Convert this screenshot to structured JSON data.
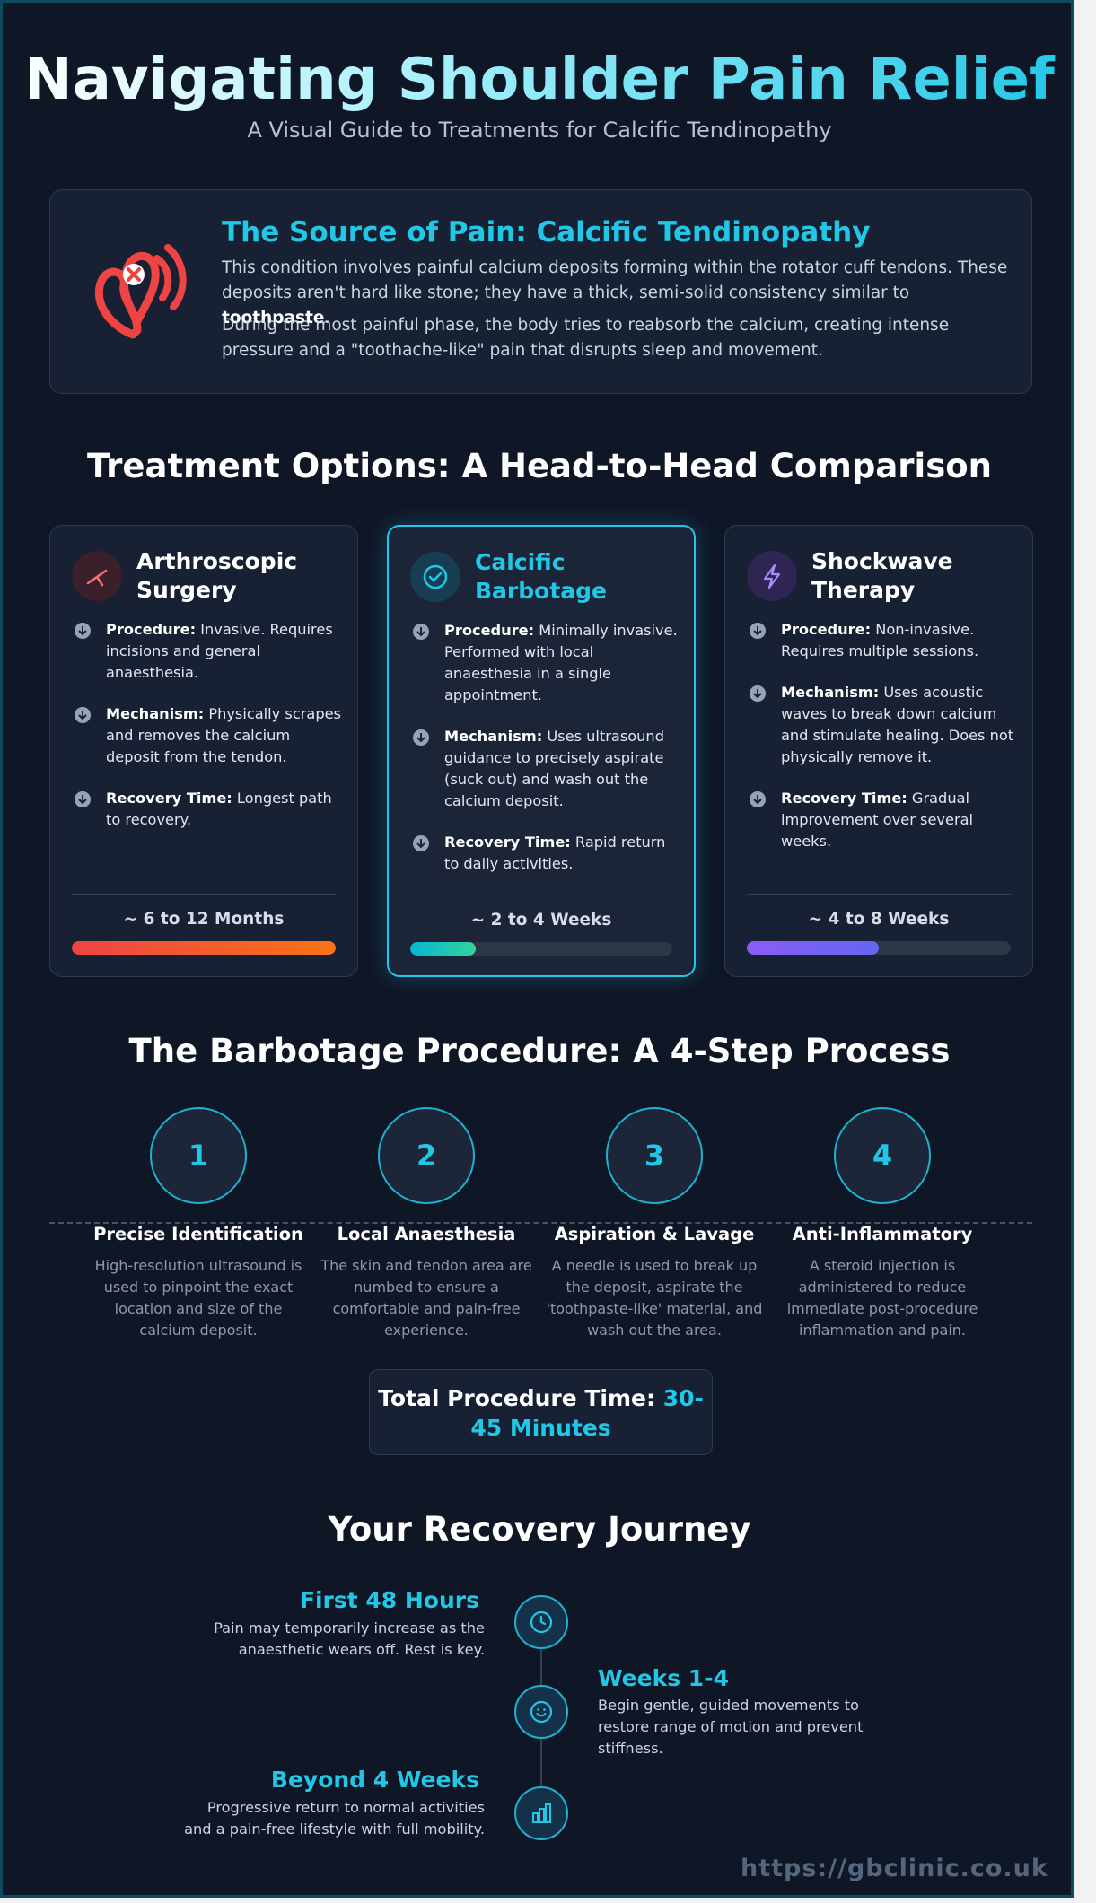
{
  "header": {
    "title": "Navigating Shoulder Pain Relief",
    "subtitle": "A Visual Guide to Treatments for Calcific Tendinopathy"
  },
  "source": {
    "icon": "pain-point-icon",
    "title": "The Source of Pain: Calcific Tendinopathy",
    "p1_text": "This condition involves painful calcium deposits forming within the rotator cuff tendons. These deposits aren't hard like stone; they have a thick, semi-solid consistency similar to ",
    "p1_bold": "toothpaste",
    "p1_end": ".",
    "p2": "During the most painful phase, the body tries to reabsorb the calcium, creating intense pressure and a \"toothache-like\" pain that disrupts sleep and movement."
  },
  "comparison": {
    "title": "Treatment Options: A Head-to-Head Comparison",
    "cards": [
      {
        "icon": "scalpel-icon",
        "accent": "#f87171",
        "title": "Arthroscopic Surgery",
        "items": [
          {
            "label": "Procedure:",
            "text": " Invasive. Requires incisions and general anaesthesia."
          },
          {
            "label": "Mechanism:",
            "text": " Physically scrapes and removes the calcium deposit from the tendon."
          },
          {
            "label": "Recovery Time:",
            "text": " Longest path to recovery."
          }
        ],
        "duration": "~ 6 to 12 Months",
        "progress": 1.0,
        "bar_colors": [
          "#ef4444",
          "#f97316"
        ]
      },
      {
        "icon": "check-circle-icon",
        "accent": "#22c7e6",
        "title": "Calcific Barbotage",
        "items": [
          {
            "label": "Procedure:",
            "text": " Minimally invasive. Performed with local anaesthesia in a single appointment."
          },
          {
            "label": "Mechanism:",
            "text": " Uses ultrasound guidance to precisely aspirate (suck out) and wash out the calcium deposit."
          },
          {
            "label": "Recovery Time:",
            "text": " Rapid return to daily activities."
          }
        ],
        "duration": "~ 2 to 4 Weeks",
        "progress": 0.25,
        "bar_colors": [
          "#06b6d4",
          "#34d399"
        ]
      },
      {
        "icon": "lightning-icon",
        "accent": "#a78bfa",
        "title": "Shockwave Therapy",
        "items": [
          {
            "label": "Procedure:",
            "text": " Non-invasive. Requires multiple sessions."
          },
          {
            "label": "Mechanism:",
            "text": " Uses acoustic waves to break down calcium and stimulate healing. Does not physically remove it."
          },
          {
            "label": "Recovery Time:",
            "text": " Gradual improvement over several weeks."
          }
        ],
        "duration": "~ 4 to 8 Weeks",
        "progress": 0.5,
        "bar_colors": [
          "#8b5cf6",
          "#6366f1"
        ]
      }
    ]
  },
  "procedure": {
    "title": "The Barbotage Procedure: A 4-Step Process",
    "steps": [
      {
        "number": "1",
        "title": "Precise Identification",
        "desc": "High-resolution ultrasound is used to pinpoint the exact location and size of the calcium deposit."
      },
      {
        "number": "2",
        "title": "Local Anaesthesia",
        "desc": "The skin and tendon area are numbed to ensure a comfortable and pain-free experience."
      },
      {
        "number": "3",
        "title": "Aspiration & Lavage",
        "desc": "A needle is used to break up the deposit, aspirate the 'toothpaste-like' material, and wash out the area."
      },
      {
        "number": "4",
        "title": "Anti-Inflammatory",
        "desc": "A steroid injection is administered to reduce immediate post-procedure inflammation and pain."
      }
    ],
    "total_label": "Total Procedure Time: ",
    "total_value": "30-45 Minutes"
  },
  "recovery": {
    "title": "Your Recovery Journey",
    "stages": [
      {
        "icon": "clock-icon",
        "title": "First 48 Hours",
        "desc": "Pain may temporarily increase as the anaesthetic wears off. Rest is key."
      },
      {
        "icon": "smiley-icon",
        "title": "Weeks 1-4",
        "desc": "Begin gentle, guided movements to restore range of motion and prevent stiffness."
      },
      {
        "icon": "bar-chart-icon",
        "title": "Beyond 4 Weeks",
        "desc": "Progressive return to normal activities and a pain-free lifestyle with full mobility."
      }
    ]
  },
  "footer": {
    "url": "https://gbclinic.co.uk"
  },
  "colors": {
    "accent": "#22c7e6",
    "background": "#0f1626",
    "card": "#172133"
  }
}
